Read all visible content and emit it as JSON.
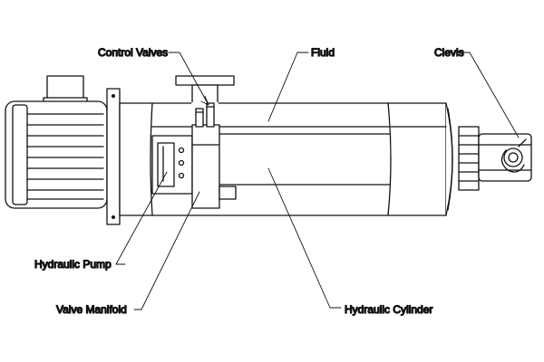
{
  "labels": {
    "control_valves": "Control Valves",
    "fluid": "Fluid",
    "clevis": "Clevis",
    "hydraulic_pump": "Hydraulic Pump",
    "valve_manifold": "Valve Manifold",
    "hydraulic_cylinder": "Hydraulic Cylinder"
  },
  "colors": {
    "line": "#111111",
    "background": "#ffffff"
  }
}
